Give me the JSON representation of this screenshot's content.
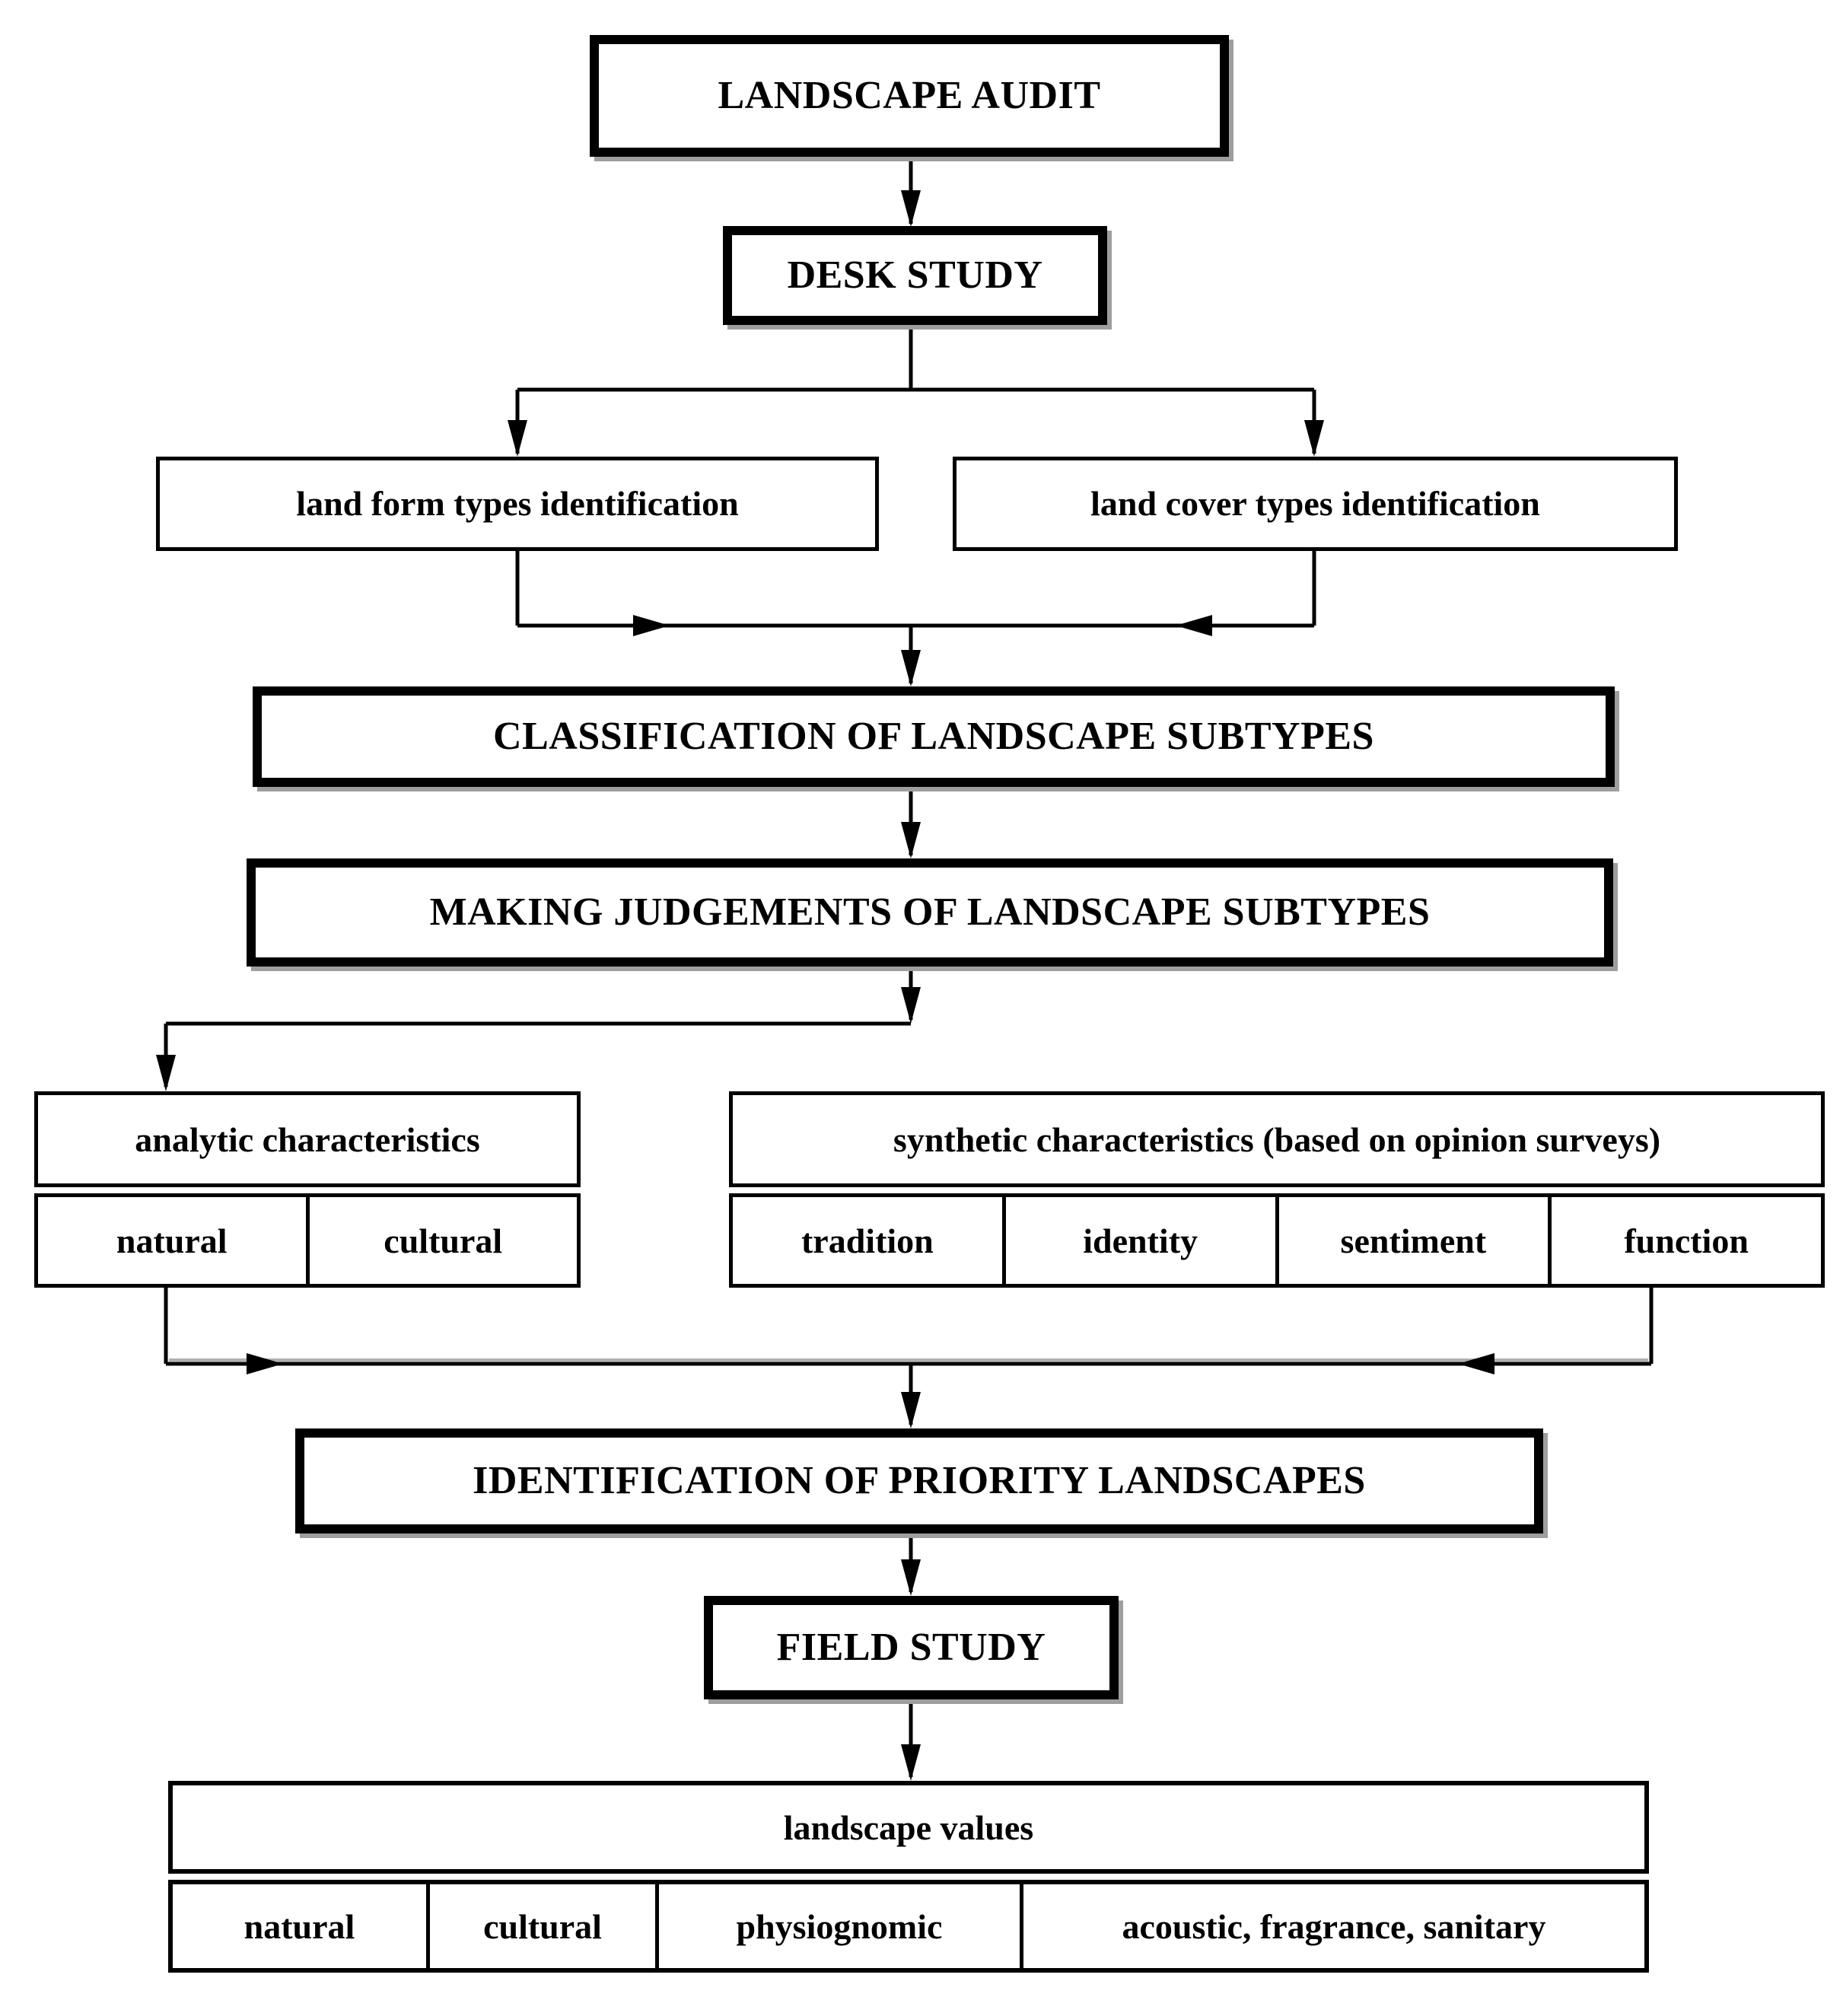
{
  "nodes": {
    "audit": {
      "label": "LANDSCAPE AUDIT"
    },
    "desk_study": {
      "label": "DESK STUDY"
    },
    "land_form": {
      "label": "land form types identification"
    },
    "land_cover": {
      "label": "land cover types identification"
    },
    "classification": {
      "label": "CLASSIFICATION OF LANDSCAPE SUBTYPES"
    },
    "judgements": {
      "label": "MAKING JUDGEMENTS OF LANDSCAPE SUBTYPES"
    },
    "analytic": {
      "header": "analytic characteristics",
      "cells": [
        "natural",
        "cultural"
      ]
    },
    "synthetic": {
      "header": "synthetic characteristics (based on opinion surveys)",
      "cells": [
        "tradition",
        "identity",
        "sentiment",
        "function"
      ]
    },
    "priority": {
      "label": "IDENTIFICATION OF PRIORITY LANDSCAPES"
    },
    "field_study": {
      "label": "FIELD STUDY"
    },
    "values": {
      "header": "landscape values",
      "cells": [
        "natural",
        "cultural",
        "physiognomic",
        "acoustic, fragrance, sanitary"
      ]
    }
  },
  "colors": {
    "ink": "#000000",
    "paper": "#ffffff",
    "shadow": "#9e9e9e"
  }
}
